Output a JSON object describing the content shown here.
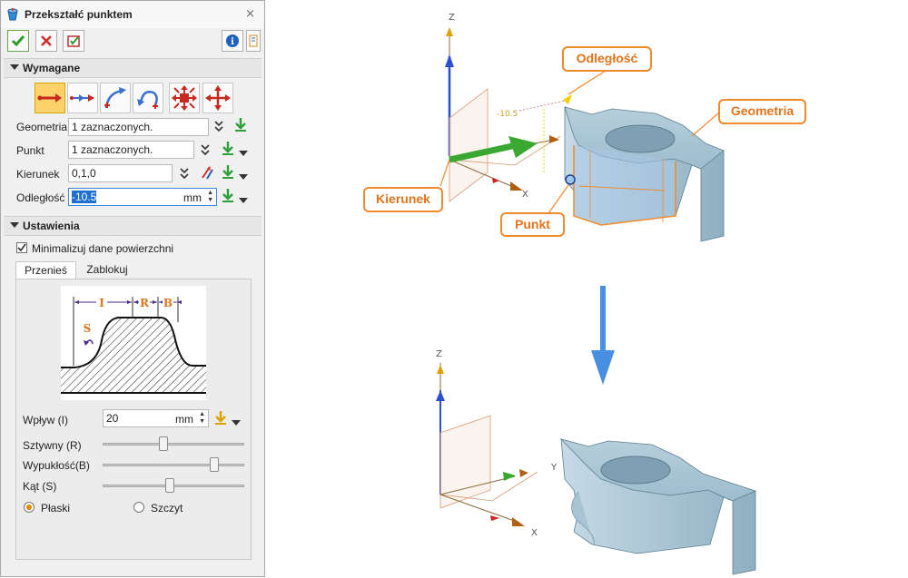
{
  "dialog": {
    "title": "Przekształć punktem",
    "required_section": "Wymagane",
    "settings_section": "Ustawienia",
    "fields": {
      "geometry": {
        "label": "Geometria",
        "value": "1 zaznaczonych."
      },
      "point": {
        "label": "Punkt",
        "value": "1 zaznaczonych."
      },
      "direction": {
        "label": "Kierunek",
        "value": "0,1,0"
      },
      "distance": {
        "label": "Odległość",
        "value": "-10.5",
        "unit": "mm"
      }
    },
    "minimize_label": "Minimalizuj dane powierzchni",
    "minimize_checked": true,
    "tabs": [
      "Przenieś",
      "Zablokuj"
    ],
    "active_tab": "Przenieś",
    "diagram_labels": {
      "i": "I",
      "r": "R",
      "b": "B",
      "s": "S"
    },
    "influence": {
      "label": "Wpływ (I)",
      "value": "20",
      "unit": "mm"
    },
    "sliders": [
      {
        "label": "Sztywny (R)",
        "level": 0.45
      },
      {
        "label": "Wypukłość(B)",
        "level": 0.8
      },
      {
        "label": "Kąt (S)",
        "level": 0.48
      }
    ],
    "radio": {
      "flat": "Płaski",
      "peak": "Szczyt",
      "selected": "Płaski"
    }
  },
  "viewport": {
    "callouts": {
      "distance": "Odległość",
      "geometry": "Geometria",
      "direction": "Kierunek",
      "point": "Punkt"
    },
    "dimension_value": "-10.5",
    "axes": {
      "z": "Z",
      "x": "X",
      "y": "Y"
    }
  },
  "colors": {
    "accent": "#f08a2c",
    "arrow_blue": "#4a90e2",
    "part": "#a7c3d2"
  }
}
